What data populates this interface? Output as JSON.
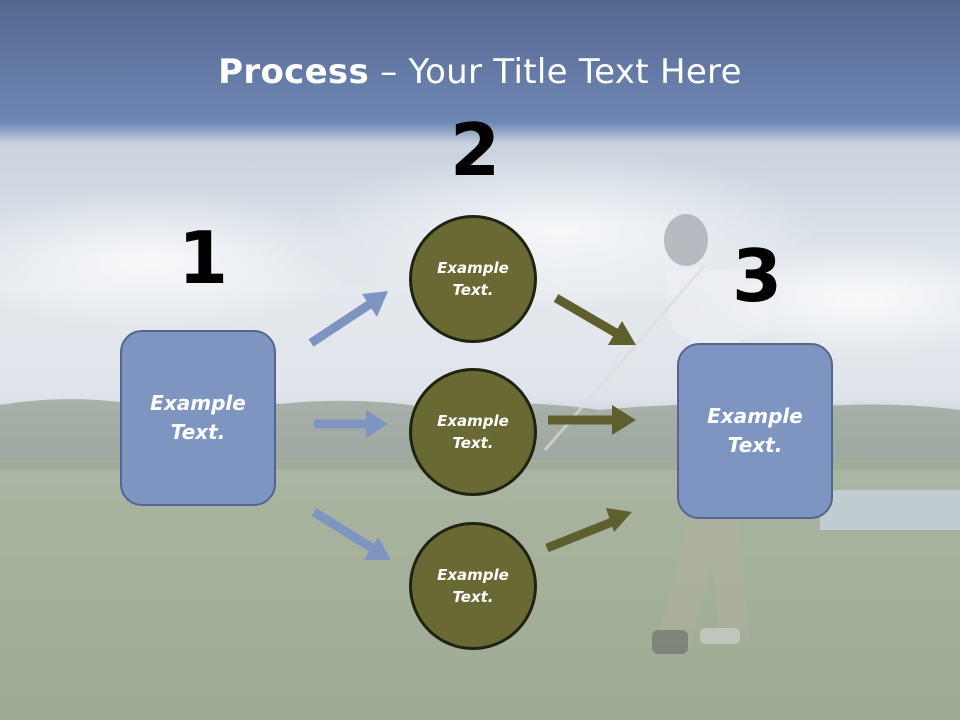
{
  "title": {
    "strong": "Process",
    "rest": " – Your Title Text Here"
  },
  "steps": [
    {
      "number": "1",
      "text_line1": "Example",
      "text_line2": "Text."
    },
    {
      "number": "2"
    },
    {
      "number": "3",
      "text_line1": "Example",
      "text_line2": "Text."
    }
  ],
  "circles": [
    {
      "line1": "Example",
      "line2": "Text."
    },
    {
      "line1": "Example",
      "line2": "Text."
    },
    {
      "line1": "Example",
      "line2": "Text."
    }
  ],
  "colors": {
    "box_fill": "#7f95c1",
    "circle_fill": "#696a33",
    "arrow_blue": "#7f95c1",
    "arrow_olive": "#5e5f2d",
    "title_band": "#6b85b3"
  }
}
